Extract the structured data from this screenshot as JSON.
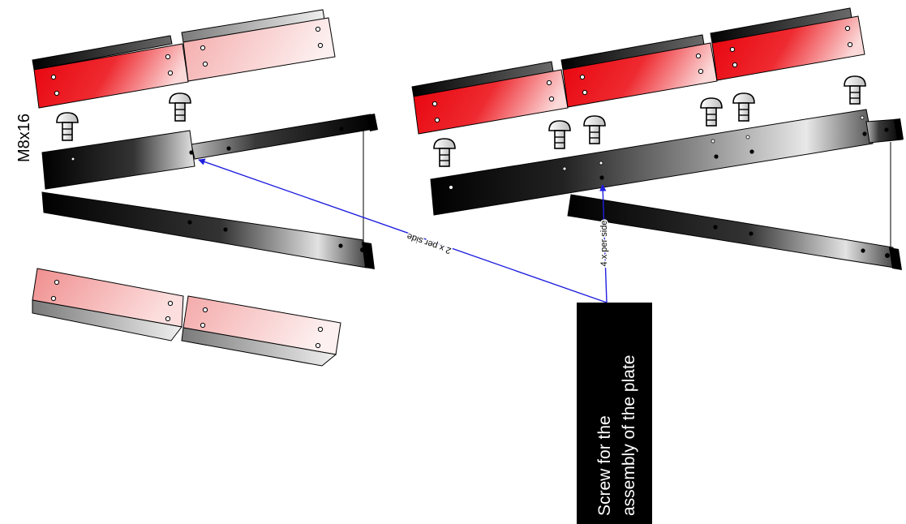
{
  "diagram": {
    "screw_size": "M8x16",
    "left_count_label": "2 x per side",
    "right_count_label": "4 x per side",
    "callout_line1": "Screw for the",
    "callout_line2": "assembly of the plate"
  },
  "colors": {
    "red": "#e8000a",
    "pink": "#f7bcbc",
    "black": "#000000",
    "arrow_blue": "#1f1fe0",
    "gray": "#c8c8c8"
  }
}
